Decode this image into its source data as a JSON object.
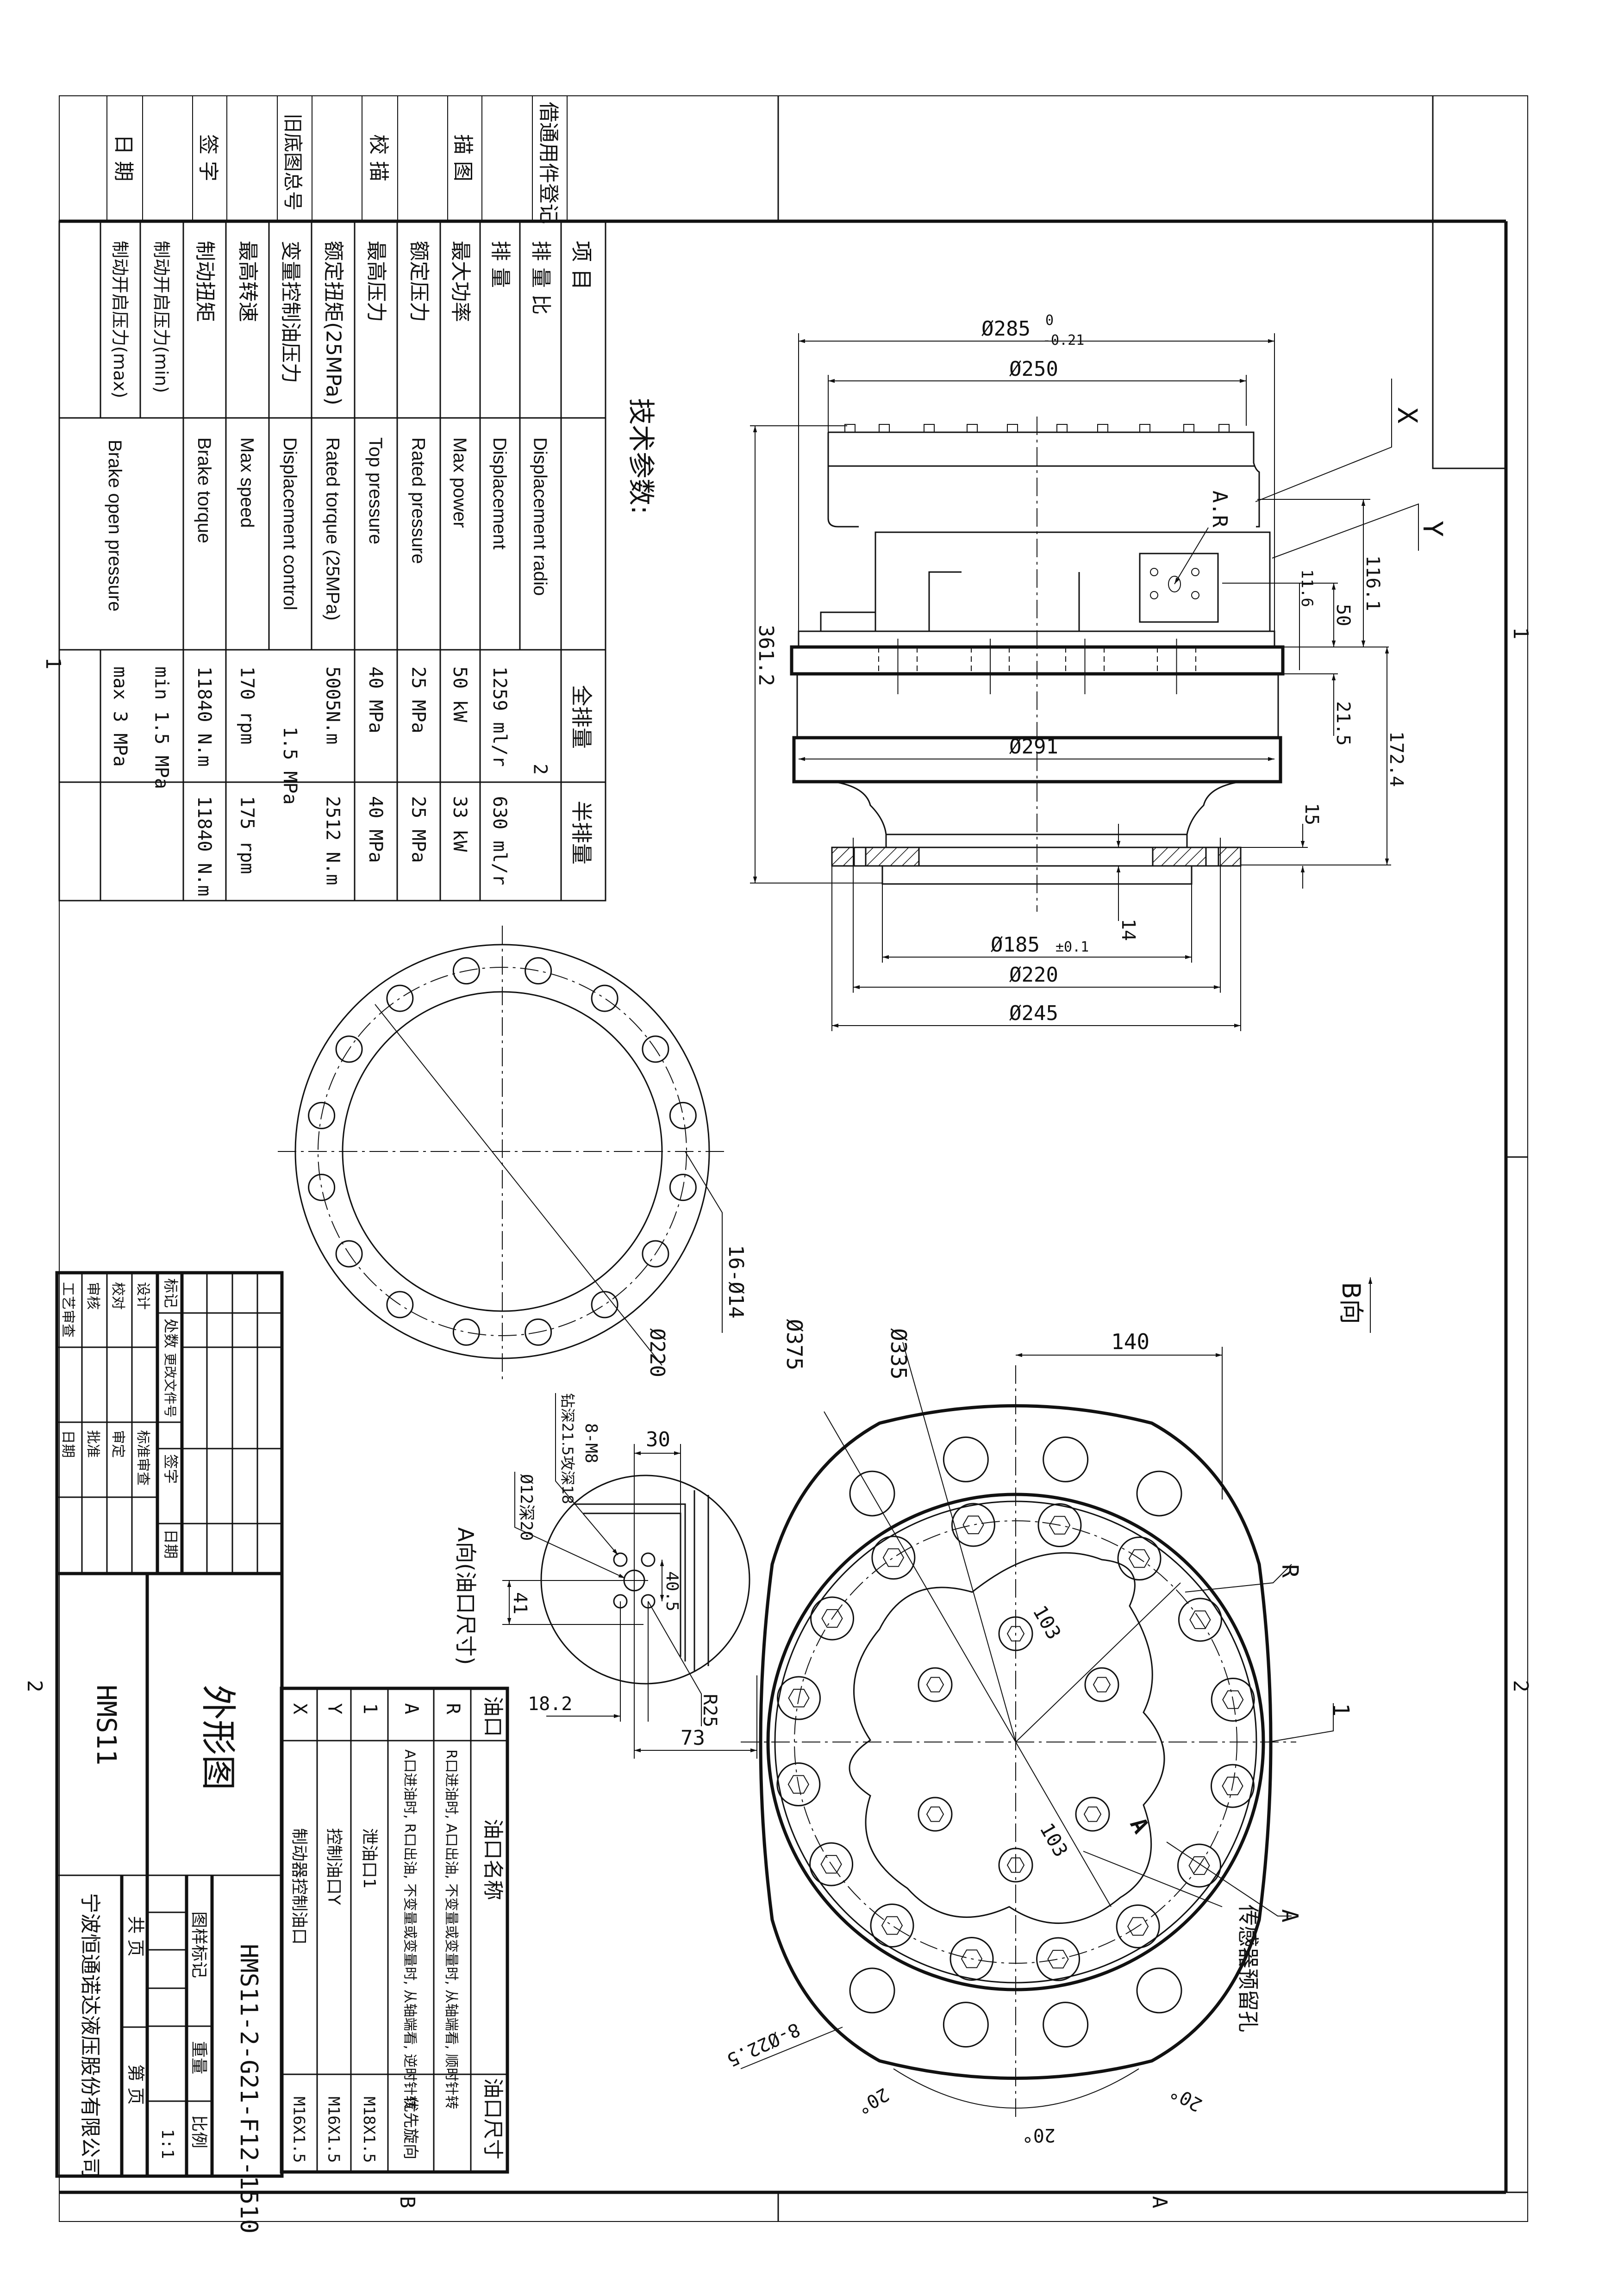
{
  "title_strip": [
    "借通用件登记",
    "描 图",
    "校 描",
    "旧底图总号",
    "签 字",
    "日 期"
  ],
  "tech_params": {
    "title": "技术参数:",
    "header": {
      "item": "项 目",
      "full": "全排量",
      "half": "半排量"
    },
    "rows": [
      {
        "cn": "排 量 比",
        "en": "Displacement radio",
        "merged": "2"
      },
      {
        "cn": "排 量",
        "en": "Displacement",
        "full": "1259 ml/r",
        "half": "630 ml/r"
      },
      {
        "cn": "最大功率",
        "en": "Max power",
        "full": "50 kW",
        "half": "33 kW"
      },
      {
        "cn": "额定压力",
        "en": "Rated pressure",
        "full": "25 MPa",
        "half": "25 MPa"
      },
      {
        "cn": "最高压力",
        "en": "Top pressure",
        "full": "40 MPa",
        "half": "40 MPa"
      },
      {
        "cn": "额定扭矩(25MPa)",
        "en": "Rated torque (25MPa)",
        "full": "5005N.m",
        "half": "2512 N.m"
      },
      {
        "cn": "变量控制油压力",
        "en": "Displacement control",
        "merged": "1.5 MPa"
      },
      {
        "cn": "最高转速",
        "en": "Max speed",
        "full": "170 rpm",
        "half": "175 rpm"
      },
      {
        "cn": "制动扭矩",
        "en": "Brake torque",
        "full": "11840 N.m",
        "half": "11840 N.m"
      },
      {
        "cn": "制动开启压力(min)",
        "en": "Brake open pressure",
        "merged": "min  1.5 MPa"
      },
      {
        "cn": "制动开启压力(max)",
        "merged": "max   3 MPa"
      }
    ]
  },
  "side_view": {
    "d285": "Ø285",
    "d285_tol_upper": "0",
    "d285_tol_lower": "-0.21",
    "d250": "Ø250",
    "d291": "Ø291",
    "d185": "Ø185",
    "d185_tol": "±0.1",
    "d220": "Ø220",
    "d245": "Ø245",
    "h361": "361.2",
    "h116": "116.1",
    "h11_6": "11.6",
    "h50": "50",
    "h21_5": "21.5",
    "h172": "172.4",
    "h15": "15",
    "h14": "14",
    "port_label_ar": "A.R",
    "port_x": "X",
    "port_y": "Y"
  },
  "flange_view": {
    "holes": "16-Ø14",
    "pcd": "Ø220",
    "hole_count": 16
  },
  "bottom_view": {
    "view_label": "B向",
    "d375": "Ø375",
    "d335": "Ø335",
    "w140": "140",
    "r_label": "R",
    "port1": "1",
    "port_a": "A",
    "a103_1": "103",
    "a103_2": "103",
    "sensor": "传感器预留孔",
    "holes": "8-Ø22.5",
    "ang1": "20°",
    "ang2": "20°",
    "ang3": "20°"
  },
  "detail_a": {
    "title": "A向(油口尺寸)",
    "d30": "30",
    "thread": "8-M8",
    "thread_depth": "钻深21.5攻深18",
    "bore": "Ø12深20",
    "d41": "41",
    "d40_5": "40.5",
    "d18_2": "18.2",
    "d73": "73",
    "r25": "R25"
  },
  "port_table": {
    "header": {
      "port": "油口",
      "name": "油口名称",
      "size": "油口尺寸"
    },
    "rows": [
      {
        "port": "R",
        "name": "R口进油时, A口出油, 不变量或变量时, 从轴端看, 顺时针转",
        "size": ""
      },
      {
        "port": "A",
        "name": "A口进油时, R口出油, 不变量或变量时, 从轴端看, 逆时针转",
        "size": "优先旋向"
      },
      {
        "port": "1",
        "name": "泄油口1",
        "size": "M18X1.5"
      },
      {
        "port": "Y",
        "name": "控制油口Y",
        "size": "M16X1.5"
      },
      {
        "port": "X",
        "name": "制动器控制油口",
        "size": "M16X1.5"
      }
    ]
  },
  "title_block": {
    "rev_headers": [
      "标记",
      "处数",
      "更改文件号",
      "签字",
      "日期"
    ],
    "roles_a": [
      "设计",
      "校对",
      "审核",
      "工艺审查"
    ],
    "roles_b": [
      "标准审查",
      "审定",
      "批准",
      "日期"
    ],
    "product": "HMS11",
    "drawing_name": "外形图",
    "company": "宁波恒通诺达液压股份有限公司",
    "sheets_total": "共   页",
    "sheet_no": "第   页",
    "mark_label": "图样标记",
    "weight_label": "重量",
    "scale_label": "比例",
    "scale": "1:1",
    "drawing_no": "HMS11-2-G21-F12-1510"
  },
  "zones": {
    "row1": "1",
    "row2": "2",
    "colA": "A",
    "colB": "B"
  }
}
